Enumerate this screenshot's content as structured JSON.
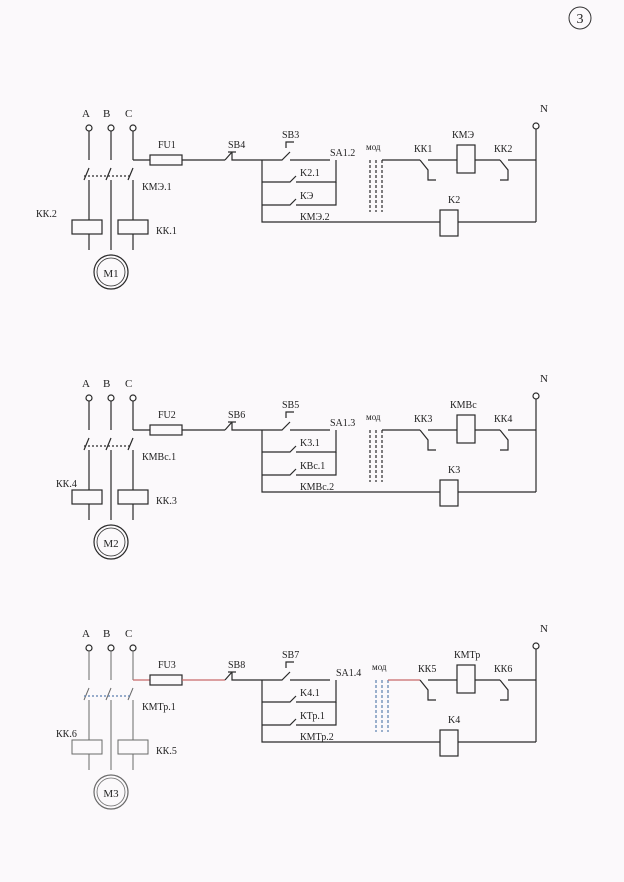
{
  "page_number": "3",
  "circuits": [
    {
      "phases": [
        "A",
        "B",
        "C"
      ],
      "neutral": "N",
      "fuse": "FU1",
      "stop_button": "SB4",
      "start_button": "SB3",
      "selector": "SA1.2",
      "mode": "мод",
      "main_contact": "КМЭ.1",
      "overload_left": "КК.2",
      "overload_right": "КК.1",
      "motor": "M1",
      "branch1": "K2.1",
      "branch2": "КЭ",
      "branch3": "КМЭ.2",
      "relay_contact_left": "КК1",
      "coil": "КМЭ",
      "relay_contact_right": "КК2",
      "aux_coil": "K2"
    },
    {
      "phases": [
        "A",
        "B",
        "C"
      ],
      "neutral": "N",
      "fuse": "FU2",
      "stop_button": "SB6",
      "start_button": "SB5",
      "selector": "SA1.3",
      "mode": "мод",
      "main_contact": "КМВс.1",
      "overload_left": "КК.4",
      "overload_right": "КК.3",
      "motor": "M2",
      "branch1": "K3.1",
      "branch2": "КВс.1",
      "branch3": "КМВс.2",
      "relay_contact_left": "КК3",
      "coil": "КМВс",
      "relay_contact_right": "КК4",
      "aux_coil": "K3"
    },
    {
      "phases": [
        "A",
        "B",
        "C"
      ],
      "neutral": "N",
      "fuse": "FU3",
      "stop_button": "SB8",
      "start_button": "SB7",
      "selector": "SA1.4",
      "mode": "мод",
      "main_contact": "КМТр.1",
      "overload_left": "КК.6",
      "overload_right": "КК.5",
      "motor": "M3",
      "branch1": "K4.1",
      "branch2": "КТр.1",
      "branch3": "КМТр.2",
      "relay_contact_left": "КК5",
      "coil": "КМТр",
      "relay_contact_right": "КК6",
      "aux_coil": "K4"
    }
  ]
}
